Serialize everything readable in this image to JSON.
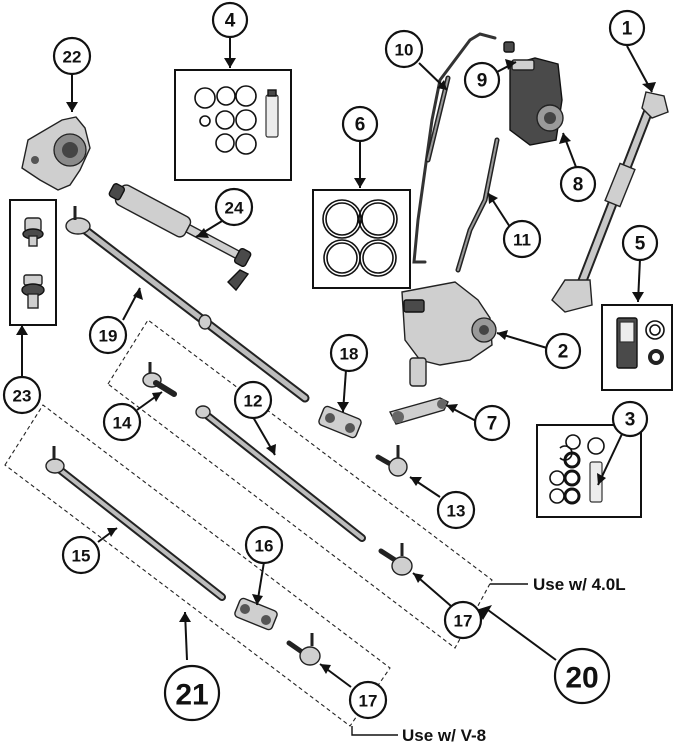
{
  "diagram": {
    "callouts": [
      {
        "id": "1"
      },
      {
        "id": "2"
      },
      {
        "id": "3"
      },
      {
        "id": "4"
      },
      {
        "id": "5"
      },
      {
        "id": "6"
      },
      {
        "id": "7"
      },
      {
        "id": "8"
      },
      {
        "id": "9"
      },
      {
        "id": "10"
      },
      {
        "id": "11"
      },
      {
        "id": "12"
      },
      {
        "id": "13"
      },
      {
        "id": "14"
      },
      {
        "id": "15"
      },
      {
        "id": "16"
      },
      {
        "id": "17"
      },
      {
        "id": "17"
      },
      {
        "id": "18"
      },
      {
        "id": "19"
      },
      {
        "id": "20"
      },
      {
        "id": "21"
      },
      {
        "id": "22"
      },
      {
        "id": "23"
      },
      {
        "id": "24"
      }
    ],
    "notes": {
      "engine_40": "Use w/ 4.0L",
      "engine_v8": "Use w/ V-8"
    }
  }
}
